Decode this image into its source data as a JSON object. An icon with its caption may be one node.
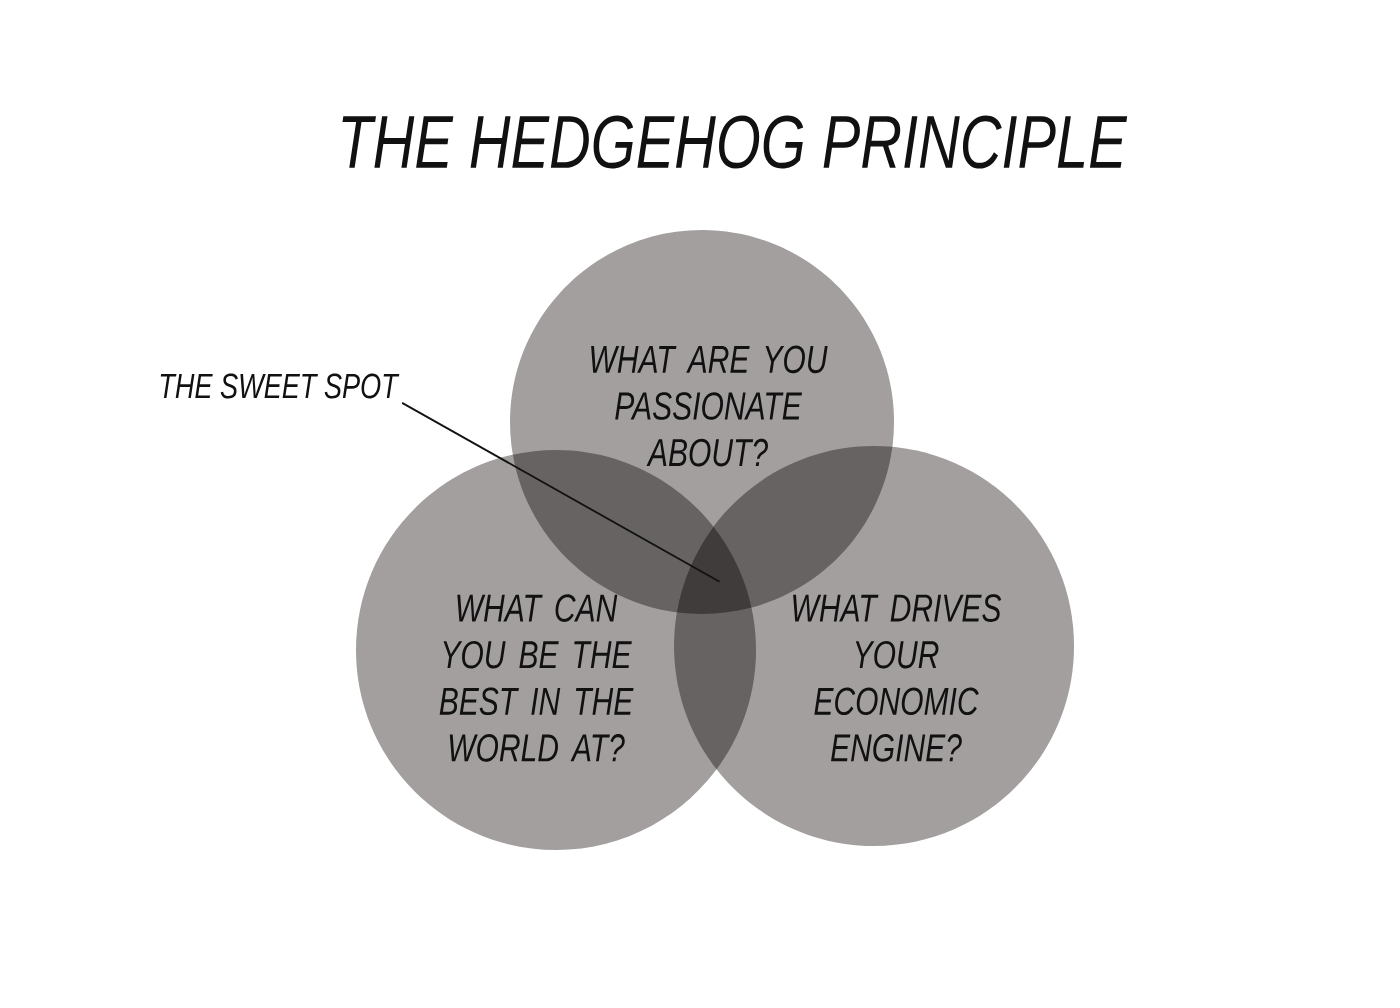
{
  "diagram": {
    "title": "THE HEDGEHOG PRINCIPLE",
    "nodes": [
      {
        "text": [
          "WHAT ARE YOU PASSIONATE ABOUT?"
        ]
      },
      {
        "text": [
          "THE SWEET SPOT"
        ]
      },
      {
        "text": [
          "WHAT CAN YOU BE THE BEST IN THE WORLD AT?"
        ]
      },
      {
        "text": [
          "WHAT DRIVES YOUR ECONOMIC ENGINE?"
        ]
      },
      {
        "text": [],
        "shape": "triangle"
      }
    ],
    "edges": [
      {
        "from": 1,
        "to": 4,
        "arrow": "none"
      }
    ]
  }
}
